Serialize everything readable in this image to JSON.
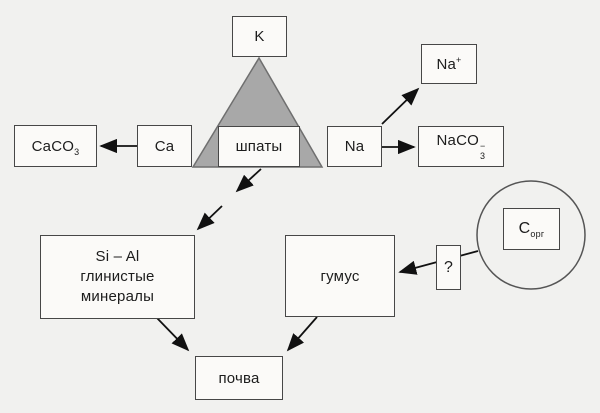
{
  "diagram": {
    "kind": "flowchart",
    "language": "Russian",
    "nodes": {
      "k": {
        "label": "K"
      },
      "caco3": {
        "base": "CaCO",
        "sub": "3"
      },
      "ca": {
        "label": "Ca"
      },
      "shpaty": {
        "label": "шпаты"
      },
      "na": {
        "label": "Na"
      },
      "na_plus": {
        "base": "Na",
        "sup": "+"
      },
      "naco3": {
        "base": "NaCO",
        "sub": "3",
        "sup": "−"
      },
      "si_al": {
        "line1": "Si – Al",
        "line2": "глинистые",
        "line3": "минералы"
      },
      "gumus": {
        "label": "гумус"
      },
      "question": {
        "label": "?"
      },
      "c_org": {
        "base": "C",
        "sub": "орг"
      },
      "pochva": {
        "label": "почва"
      }
    },
    "edges": [
      {
        "from": "ca",
        "to": "caco3"
      },
      {
        "from": "na",
        "to": "na_plus"
      },
      {
        "from": "na",
        "to": "naco3"
      },
      {
        "from": "shpaty",
        "to": "si_al",
        "style": "two-segment"
      },
      {
        "from": "si_al",
        "to": "pochva"
      },
      {
        "from": "gumus",
        "to": "pochva"
      },
      {
        "from": "c_org",
        "to": "gumus",
        "via": "question"
      }
    ],
    "colors": {
      "background": "#f1f1ef",
      "box_fill": "#fbfaf8",
      "box_border": "#474747",
      "triangle_fill": "#a8a8a8",
      "triangle_stroke": "#6f6f6f",
      "circle_stroke": "#555555",
      "arrow": "#111111",
      "text": "#1c1c1c"
    }
  }
}
